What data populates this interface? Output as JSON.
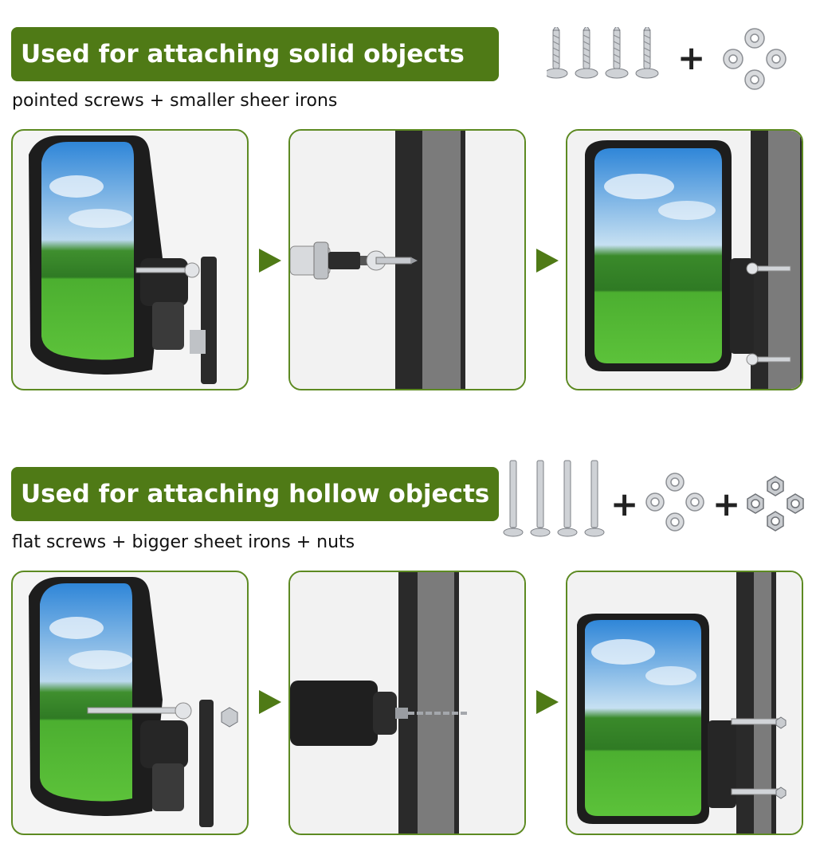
{
  "solid": {
    "title": "Used for attaching solid objects",
    "subtitle": "pointed screws + smaller sheer irons",
    "plus_sign": "+"
  },
  "hollow": {
    "title": "Used for attaching hollow objects",
    "subtitle": "flat screws + bigger sheet irons + nuts",
    "plus_sign_1": "+",
    "plus_sign_2": "+"
  },
  "colors": {
    "accent_green": "#4f7a16",
    "panel_border": "#5d8a22",
    "wall_dark": "#2a2a2a",
    "wall_gray": "#7a7a7a"
  }
}
